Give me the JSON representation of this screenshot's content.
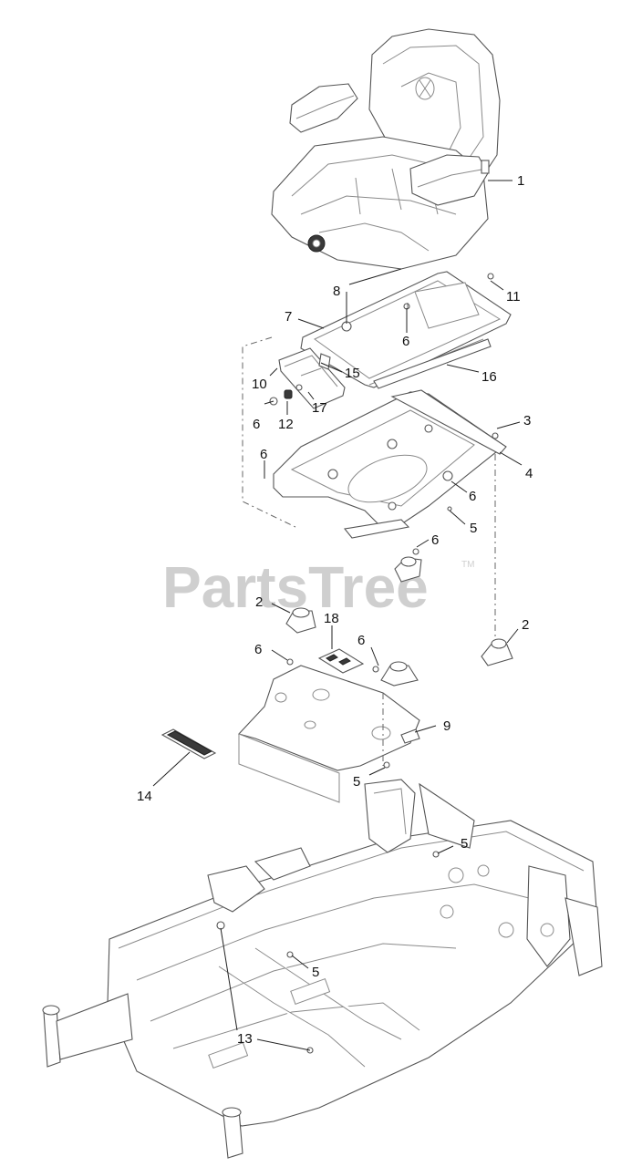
{
  "watermark": {
    "text": "PartsTree",
    "trademark": "TM"
  },
  "callouts": [
    {
      "id": "c1",
      "label": "1"
    },
    {
      "id": "c8",
      "label": "8"
    },
    {
      "id": "c11",
      "label": "11"
    },
    {
      "id": "c7",
      "label": "7"
    },
    {
      "id": "c6a",
      "label": "6"
    },
    {
      "id": "c15",
      "label": "15"
    },
    {
      "id": "c16",
      "label": "16"
    },
    {
      "id": "c10",
      "label": "10"
    },
    {
      "id": "c17",
      "label": "17"
    },
    {
      "id": "c6b",
      "label": "6"
    },
    {
      "id": "c12",
      "label": "12"
    },
    {
      "id": "c3",
      "label": "3"
    },
    {
      "id": "c4",
      "label": "4"
    },
    {
      "id": "c6c",
      "label": "6"
    },
    {
      "id": "c6d",
      "label": "6"
    },
    {
      "id": "c5a",
      "label": "5"
    },
    {
      "id": "c6e",
      "label": "6"
    },
    {
      "id": "c2a",
      "label": "2"
    },
    {
      "id": "c2b",
      "label": "2"
    },
    {
      "id": "c18",
      "label": "18"
    },
    {
      "id": "c6f",
      "label": "6"
    },
    {
      "id": "c6g",
      "label": "6"
    },
    {
      "id": "c9",
      "label": "9"
    },
    {
      "id": "c14",
      "label": "14"
    },
    {
      "id": "c5b",
      "label": "5"
    },
    {
      "id": "c5c",
      "label": "5"
    },
    {
      "id": "c5d",
      "label": "5"
    },
    {
      "id": "c13",
      "label": "13"
    }
  ]
}
